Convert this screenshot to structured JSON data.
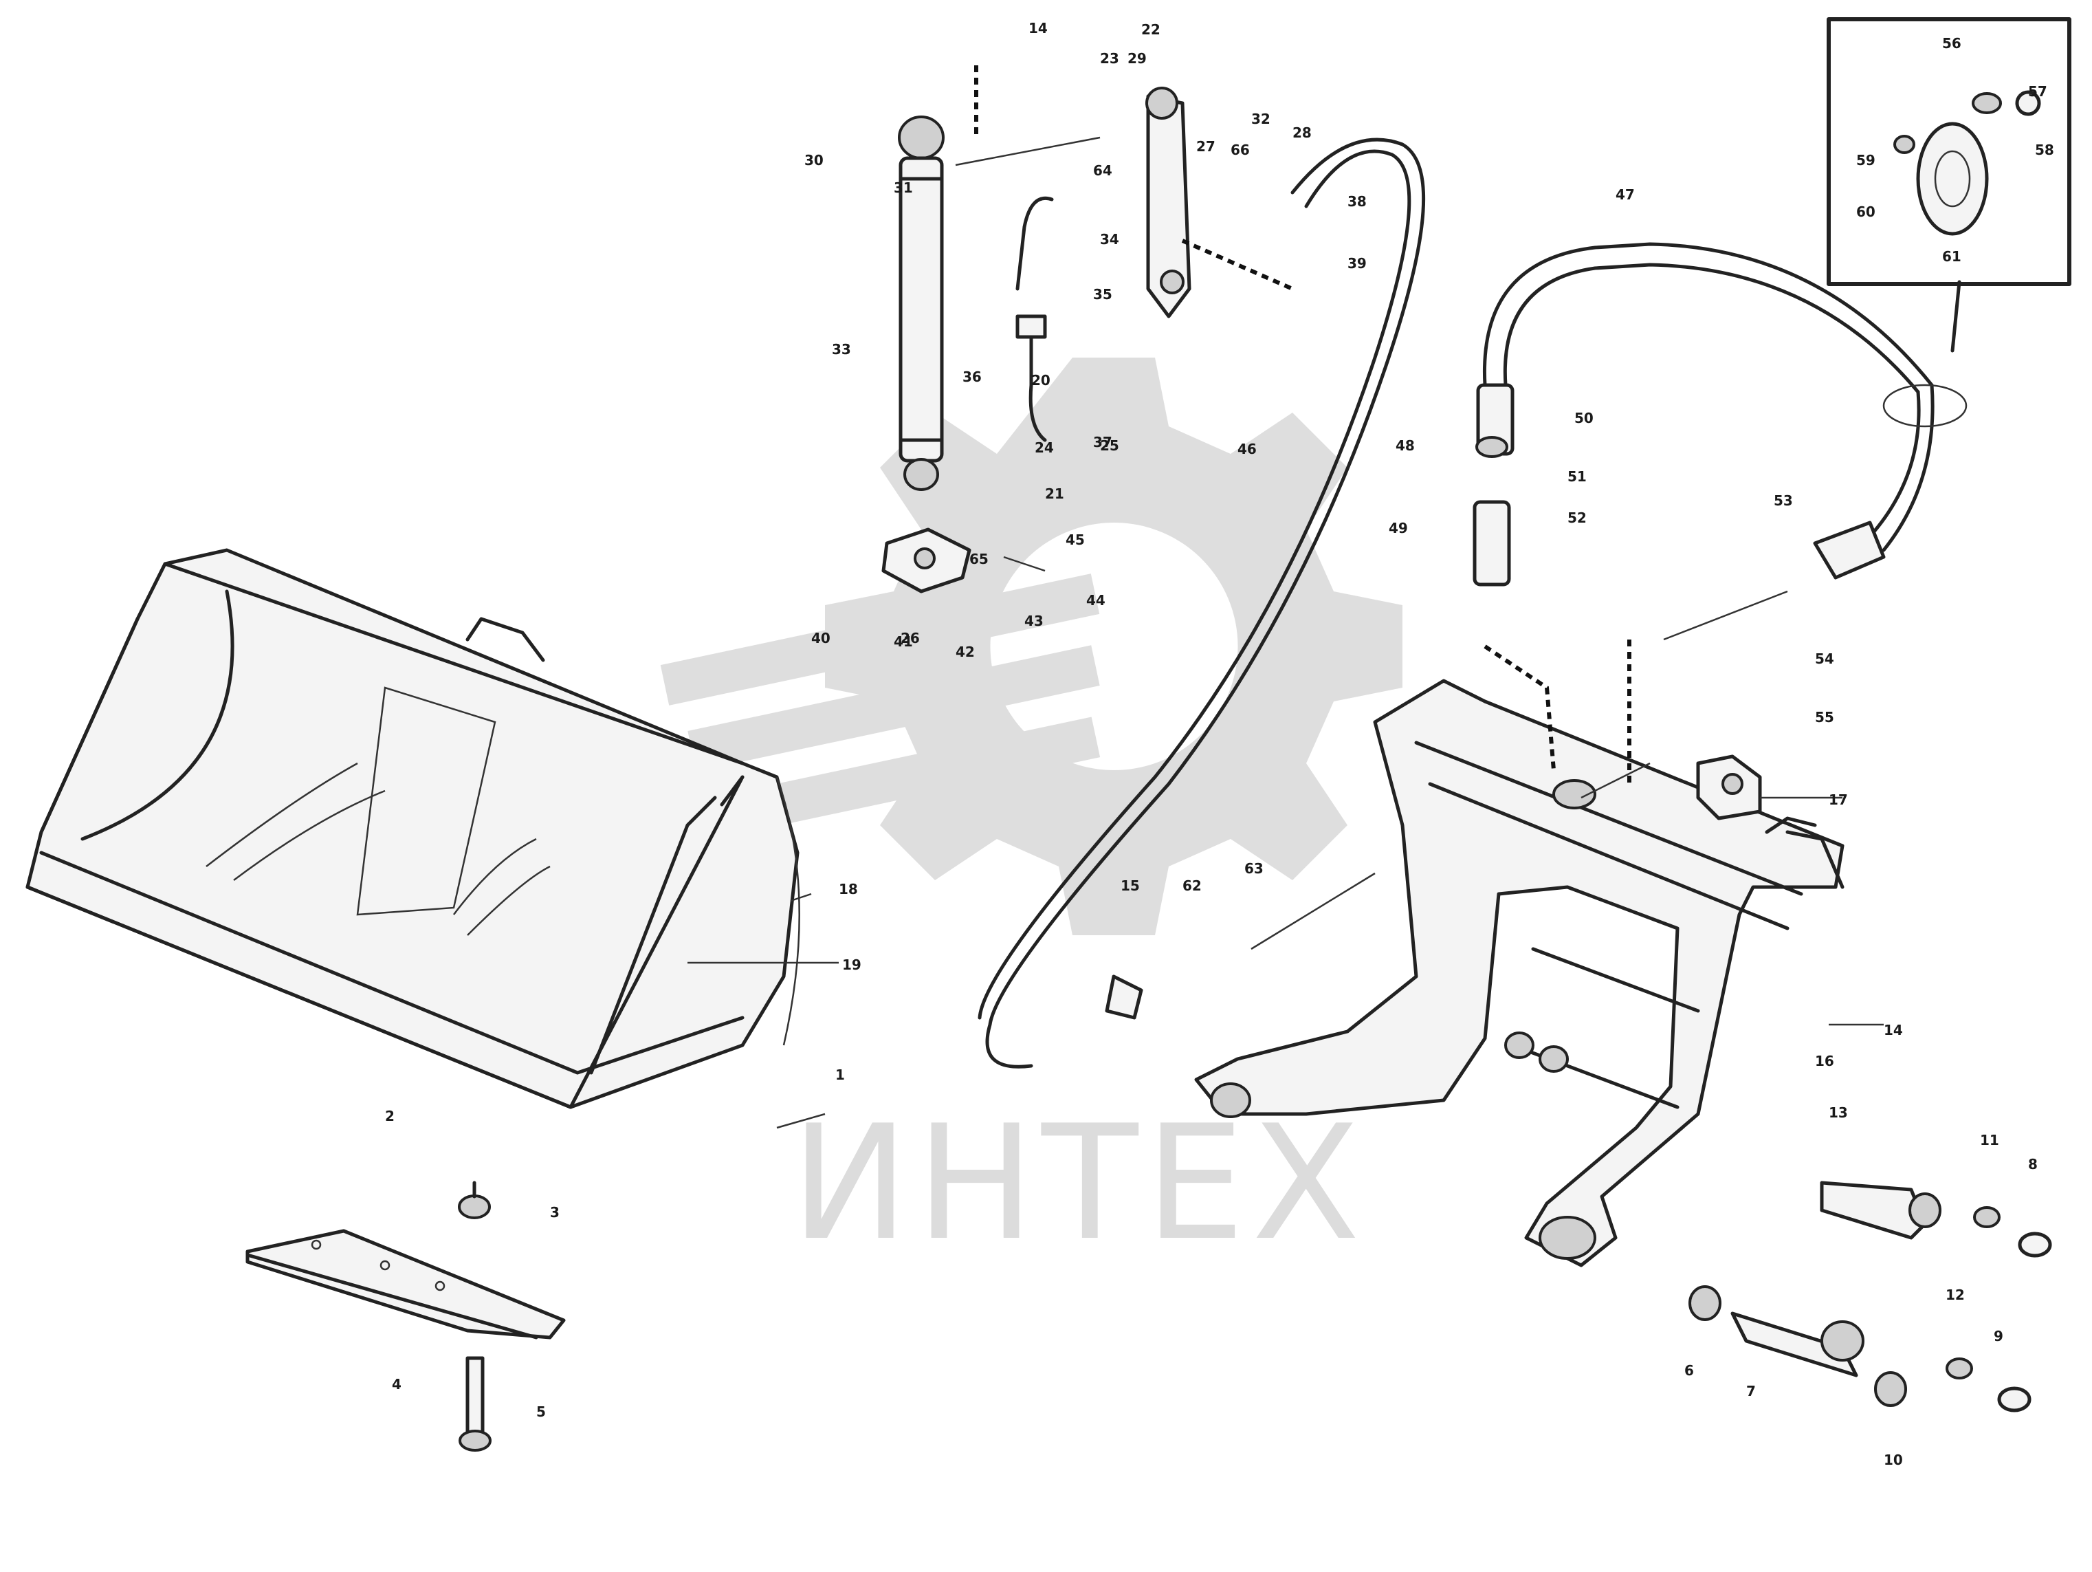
{
  "watermark": {
    "text": "ИНТЕХ"
  },
  "image_code": {
    "line1": "",
    "line2": "",
    "line3": ""
  },
  "callouts": [
    {
      "id": "c14a",
      "text": "14"
    },
    {
      "id": "c22a",
      "text": "22"
    },
    {
      "id": "c23a",
      "text": "23"
    },
    {
      "id": "c30a",
      "text": "30"
    },
    {
      "id": "c31a",
      "text": "31"
    },
    {
      "id": "c32a",
      "text": "32"
    },
    {
      "id": "c33a",
      "text": "33"
    },
    {
      "id": "c34a",
      "text": "34"
    },
    {
      "id": "c35a",
      "text": "35"
    },
    {
      "id": "c36a",
      "text": "36"
    },
    {
      "id": "c37a",
      "text": "37"
    },
    {
      "id": "c38a",
      "text": "38"
    },
    {
      "id": "c39a",
      "text": "39"
    },
    {
      "id": "c40a",
      "text": "40"
    },
    {
      "id": "c41a",
      "text": "41"
    },
    {
      "id": "c42a",
      "text": "42"
    },
    {
      "id": "c43a",
      "text": "43"
    },
    {
      "id": "c44a",
      "text": "44"
    },
    {
      "id": "c45a",
      "text": "45"
    },
    {
      "id": "c46a",
      "text": "46"
    },
    {
      "id": "c47a",
      "text": "47"
    },
    {
      "id": "c48a",
      "text": "48"
    },
    {
      "id": "c49a",
      "text": "49"
    },
    {
      "id": "c50a",
      "text": "50"
    },
    {
      "id": "c51a",
      "text": "51"
    },
    {
      "id": "c52a",
      "text": "52"
    },
    {
      "id": "c53a",
      "text": "53"
    },
    {
      "id": "c54a",
      "text": "54"
    },
    {
      "id": "c55a",
      "text": "55"
    },
    {
      "id": "c56a",
      "text": "56"
    },
    {
      "id": "c57a",
      "text": "57"
    },
    {
      "id": "c58a",
      "text": "58"
    },
    {
      "id": "c59a",
      "text": "59"
    },
    {
      "id": "c60a",
      "text": "60"
    },
    {
      "id": "c61a",
      "text": "61"
    },
    {
      "id": "c62a",
      "text": "62"
    },
    {
      "id": "c63a",
      "text": "63"
    },
    {
      "id": "c64a",
      "text": "64"
    },
    {
      "id": "c65a",
      "text": "65"
    },
    {
      "id": "c66a",
      "text": "66"
    },
    {
      "id": "c17a",
      "text": "17"
    },
    {
      "id": "c18a",
      "text": "18"
    },
    {
      "id": "c19a",
      "text": "19"
    },
    {
      "id": "c1a",
      "text": "1"
    },
    {
      "id": "c14b",
      "text": "14"
    },
    {
      "id": "c2a",
      "text": "2"
    },
    {
      "id": "c3a",
      "text": "3"
    },
    {
      "id": "c4a",
      "text": "4"
    },
    {
      "id": "c5a",
      "text": "5"
    },
    {
      "id": "c6a",
      "text": "6"
    },
    {
      "id": "c7a",
      "text": "7"
    },
    {
      "id": "c8a",
      "text": "8"
    },
    {
      "id": "c9a",
      "text": "9"
    },
    {
      "id": "c10a",
      "text": "10"
    },
    {
      "id": "c11a",
      "text": "11"
    },
    {
      "id": "c12a",
      "text": "12"
    },
    {
      "id": "c13a",
      "text": "13"
    },
    {
      "id": "c15a",
      "text": "15"
    },
    {
      "id": "c16a",
      "text": "16"
    },
    {
      "id": "c20a",
      "text": "20"
    },
    {
      "id": "c21a",
      "text": "21"
    },
    {
      "id": "c24a",
      "text": "24"
    },
    {
      "id": "c25a",
      "text": "25"
    },
    {
      "id": "c26a",
      "text": "26"
    },
    {
      "id": "c27a",
      "text": "27"
    },
    {
      "id": "c28a",
      "text": "28"
    },
    {
      "id": "c29a",
      "text": "29"
    }
  ]
}
